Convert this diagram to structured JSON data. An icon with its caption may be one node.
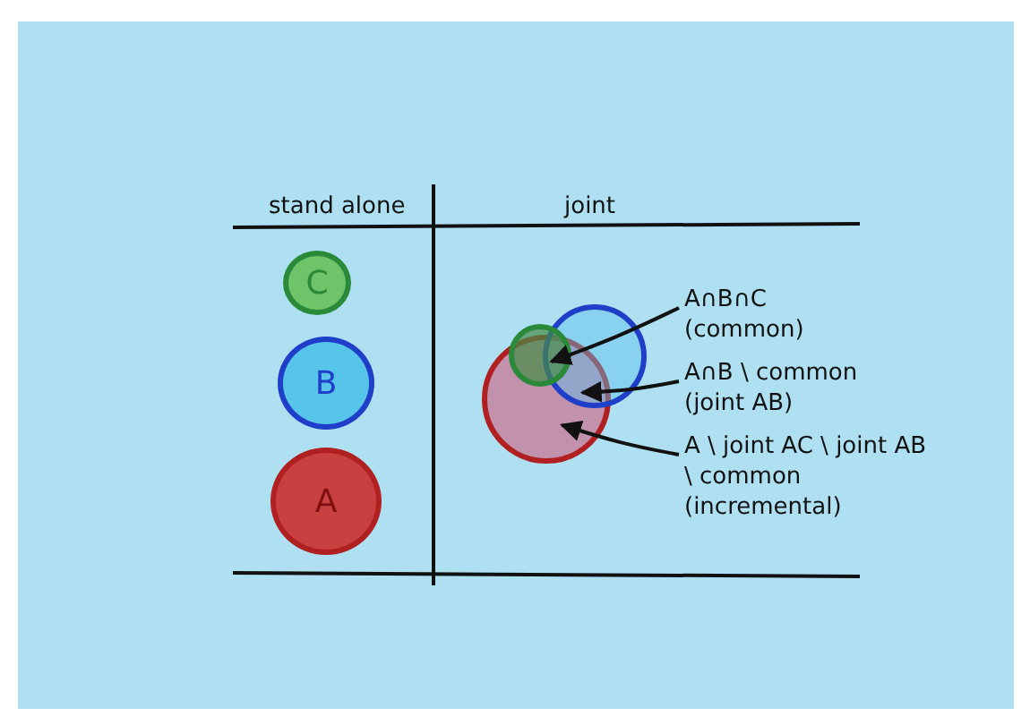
{
  "diagram": {
    "nodes": [
      {
        "text": [
          "C"
        ]
      },
      {
        "text": [
          "B"
        ]
      },
      {
        "text": [
          "A"
        ]
      },
      {
        "text": [],
        "shape": "circle"
      },
      {
        "text": [],
        "shape": "circle"
      },
      {
        "text": [],
        "shape": "circle"
      },
      {
        "text": [
          "A∩B∩C",
          "(common)"
        ]
      },
      {
        "text": [
          "A∩B \\ common",
          "(joint AB)"
        ]
      },
      {
        "text": [
          "A \\ joint AC \\ joint AB \\ common",
          "(incremental)"
        ]
      }
    ],
    "edges": [
      {
        "from": 6,
        "to": 5,
        "arrow": "to"
      },
      {
        "from": 7,
        "to": 4,
        "arrow": "to"
      },
      {
        "from": 8,
        "to": 3,
        "arrow": "to"
      }
    ],
    "labels": [
      "stand alone",
      "joint"
    ]
  }
}
